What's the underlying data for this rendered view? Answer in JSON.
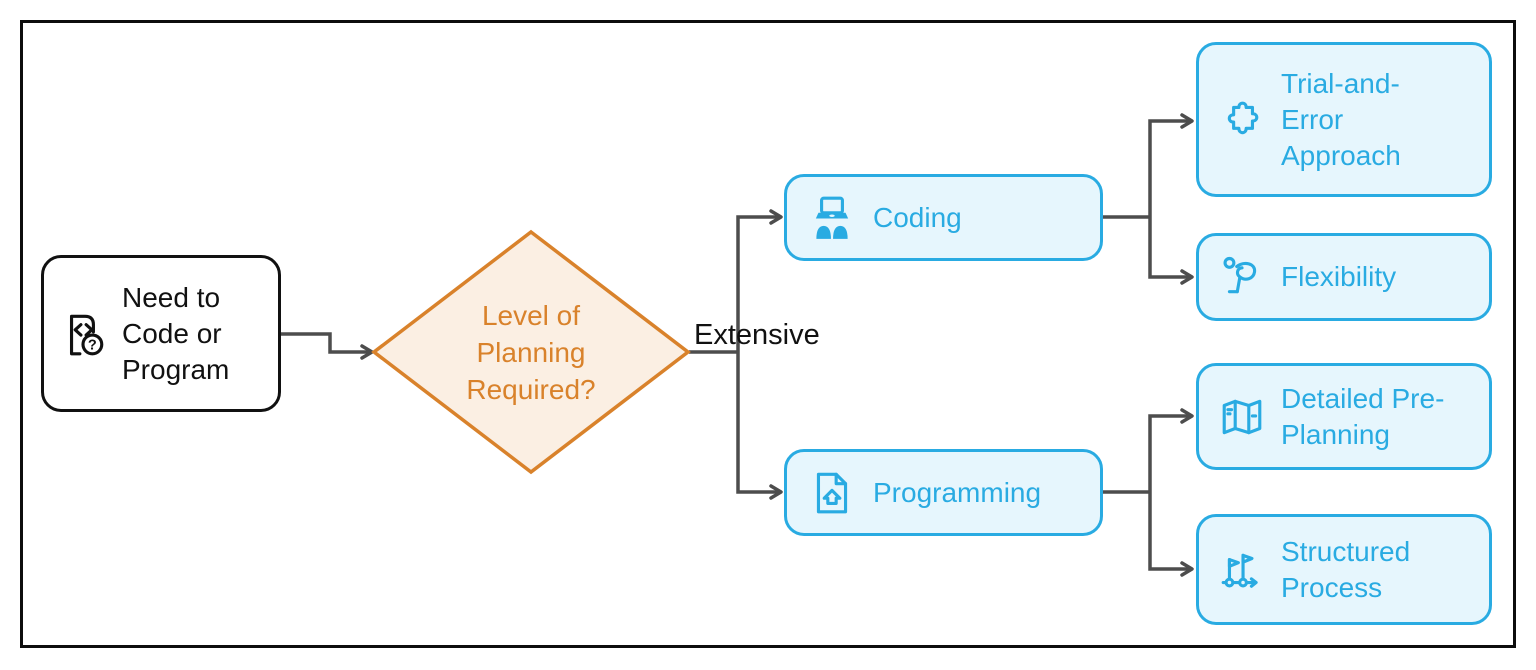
{
  "diagram": {
    "nodes": {
      "start": {
        "label": "Need to Code or Program",
        "icon": "file-code-question-icon"
      },
      "decision": {
        "label": "Level of Planning Required?"
      },
      "coding": {
        "label": "Coding",
        "icon": "laptop-learners-icon"
      },
      "programming": {
        "label": "Programming",
        "icon": "document-home-icon"
      },
      "trial": {
        "label": "Trial-and-Error Approach",
        "icon": "puzzle-icon"
      },
      "flexibility": {
        "label": "Flexibility",
        "icon": "gymnast-icon"
      },
      "preplanning": {
        "label": "Detailed Pre-Planning",
        "icon": "map-icon"
      },
      "structured": {
        "label": "Structured Process",
        "icon": "milestone-flags-icon"
      }
    },
    "edge_labels": {
      "decision_branch": "Extensive"
    },
    "colors": {
      "accent_blue": "#29ABE2",
      "blue_fill": "#E6F6FD",
      "accent_orange": "#D9822B",
      "orange_fill": "#FBEFE3",
      "connector_gray": "#4D4D4D",
      "ink": "#111111"
    }
  }
}
